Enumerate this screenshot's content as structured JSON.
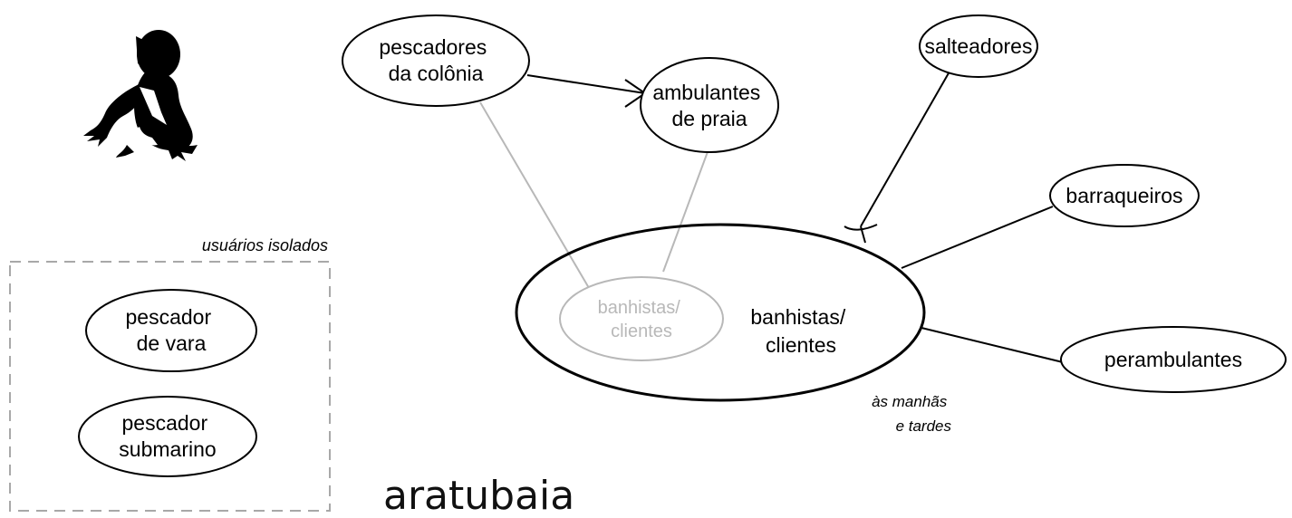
{
  "diagram": {
    "place_name": "aratubaia",
    "isolated_users": {
      "caption": "usuários isolados",
      "nodes": [
        {
          "id": "pescador-de-vara",
          "lines": [
            "pescador",
            "de vara"
          ]
        },
        {
          "id": "pescador-submarino",
          "lines": [
            "pescador",
            "submarino"
          ]
        }
      ]
    },
    "nodes": [
      {
        "id": "pescadores-da-colonia",
        "lines": [
          "pescadores",
          "da colônia"
        ]
      },
      {
        "id": "ambulantes-de-praia",
        "lines": [
          "ambulantes",
          "de praia"
        ]
      },
      {
        "id": "salteadores",
        "lines": [
          "salteadores"
        ]
      },
      {
        "id": "barraqueiros",
        "lines": [
          "barraqueiros"
        ]
      },
      {
        "id": "perambulantes",
        "lines": [
          "perambulantes"
        ]
      },
      {
        "id": "banhistas-clientes",
        "lines": [
          "banhistas/",
          "clientes"
        ]
      },
      {
        "id": "banhistas-clientes-inner",
        "lines": [
          "banhistas/",
          "clientes"
        ],
        "style": "grey"
      }
    ],
    "time_note": [
      "às manhãs",
      "e tardes"
    ],
    "edges": [
      {
        "from": "pescadores-da-colonia",
        "to": "ambulantes-de-praia",
        "type": "arrow",
        "color": "#000000"
      },
      {
        "from": "salteadores",
        "to": "banhistas-clientes",
        "type": "conflict",
        "color": "#000000"
      },
      {
        "from": "banhistas-clientes",
        "to": "barraqueiros",
        "type": "line",
        "color": "#000000"
      },
      {
        "from": "banhistas-clientes",
        "to": "perambulantes",
        "type": "line",
        "color": "#000000"
      },
      {
        "from": "pescadores-da-colonia",
        "to": "banhistas-clientes-inner",
        "type": "line",
        "color": "#b8b8b8"
      },
      {
        "from": "ambulantes-de-praia",
        "to": "banhistas-clientes-inner",
        "type": "line",
        "color": "#b8b8b8"
      }
    ],
    "colors": {
      "stroke": "#000000",
      "grey": "#b8b8b8",
      "dashed_border": "#a8a8a8"
    },
    "icon": "crouching-figure-icon"
  }
}
